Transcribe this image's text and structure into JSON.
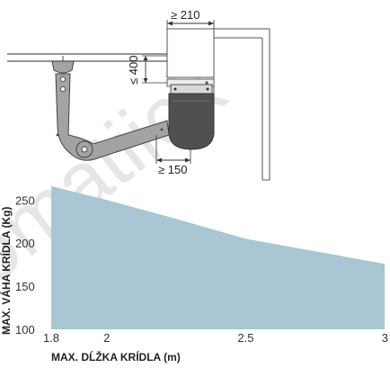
{
  "watermark": "omatiick",
  "dimensions": {
    "top_width": "≥ 210",
    "vertical": "≤ 400",
    "bottom_width": "≥ 150"
  },
  "colors": {
    "area_fill": "#a9c6d2",
    "line": "#555555",
    "arm_fill": "#a3a3a3",
    "cover_fill": "#505050"
  },
  "chart_data": {
    "type": "area",
    "title": "",
    "xlabel": "MAX. DĹŽKA KRÍDLA (m)",
    "ylabel": "MAX. VÁHA KRÍDLA (Kg)",
    "x": [
      1.8,
      2.0,
      2.25,
      2.5,
      3.0
    ],
    "y": [
      266,
      250,
      228,
      205,
      176
    ],
    "xlim": [
      1.8,
      3.0
    ],
    "ylim": [
      100,
      268
    ],
    "xticks": [
      "1.8",
      "2",
      "2.5",
      "3"
    ],
    "yticks": [
      "250",
      "200",
      "150",
      "100"
    ],
    "grid": false
  }
}
